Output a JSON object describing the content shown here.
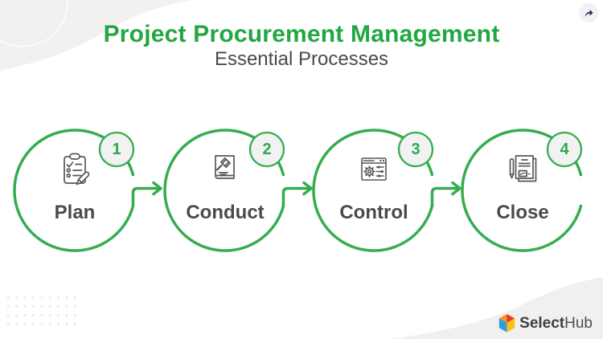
{
  "header": {
    "title": "Project Procurement Management",
    "subtitle": "Essential Processes"
  },
  "steps": [
    {
      "number": "1",
      "label": "Plan",
      "icon": "checklist-pencil-icon"
    },
    {
      "number": "2",
      "label": "Conduct",
      "icon": "gavel-book-icon"
    },
    {
      "number": "3",
      "label": "Control",
      "icon": "settings-window-icon"
    },
    {
      "number": "4",
      "label": "Close",
      "icon": "signed-documents-pen-icon"
    }
  ],
  "branding": {
    "logo_text_bold": "Select",
    "logo_text_regular": "Hub"
  },
  "colors": {
    "title_green": "#22A742",
    "accent_green": "#35AD4F",
    "badge_number_green": "#2FA94C",
    "badge_fill": "#F2F2F3",
    "text_dark": "#4A4A4C",
    "icon_gray": "#55575B",
    "shape_gray": "#F1F1F2",
    "share_icon_navy": "#1E3A4F",
    "logo_cube": [
      "#F6901E",
      "#E03E26",
      "#2E9FD9",
      "#FDC011"
    ]
  }
}
